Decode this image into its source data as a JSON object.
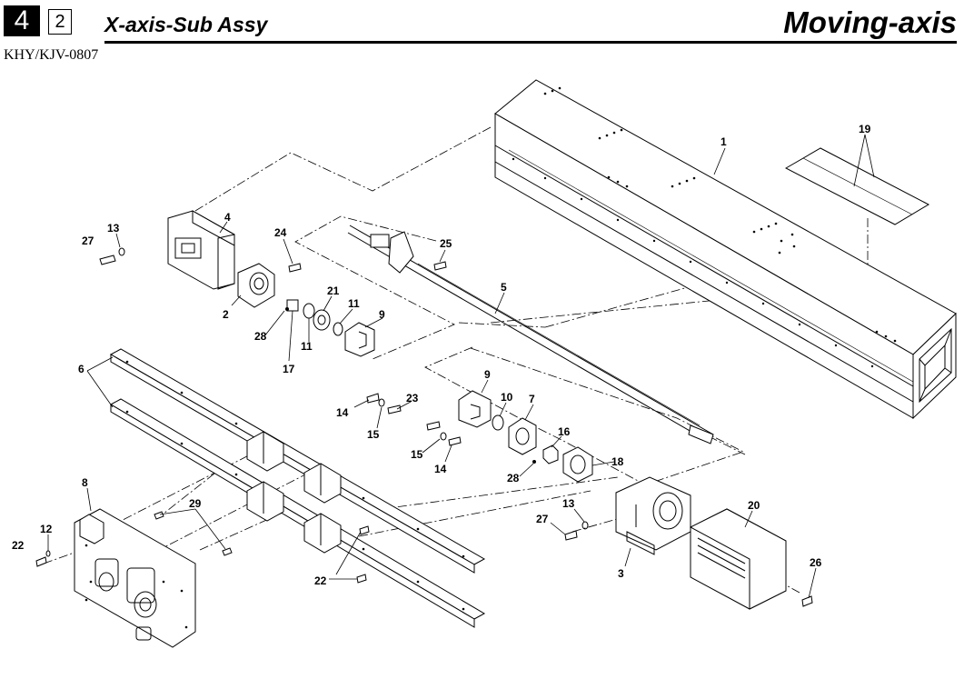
{
  "header": {
    "section_number": "4",
    "sub_number": "2",
    "title": "X-axis-Sub Assy",
    "category": "Moving-axis",
    "model": "KHY/KJV-0807"
  },
  "callouts": [
    "1",
    "19",
    "4",
    "13",
    "27",
    "24",
    "25",
    "5",
    "2",
    "21",
    "11",
    "28",
    "11",
    "9",
    "17",
    "6",
    "14",
    "23",
    "15",
    "9",
    "10",
    "7",
    "16",
    "15",
    "14",
    "28",
    "18",
    "8",
    "29",
    "12",
    "22",
    "13",
    "27",
    "20",
    "22",
    "3",
    "26"
  ],
  "colors": {
    "line": "#000000",
    "background": "#ffffff"
  }
}
